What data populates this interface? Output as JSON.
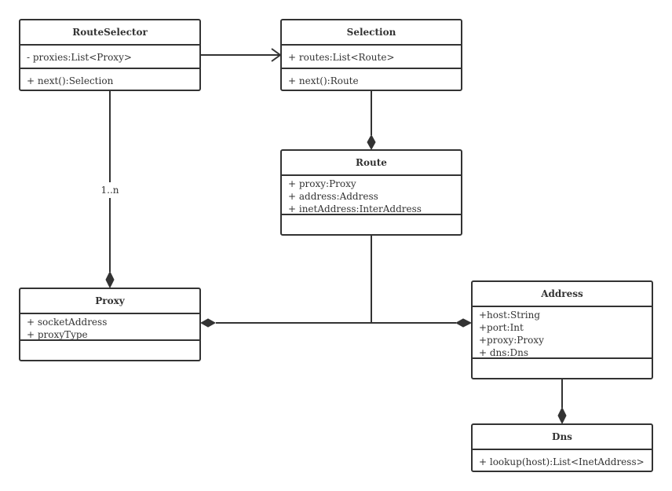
{
  "diagram": {
    "classes": {
      "route_selector": {
        "name": "RouteSelector",
        "attributes": [
          "- proxies:List<Proxy>"
        ],
        "operations": [
          "+ next():Selection"
        ]
      },
      "selection": {
        "name": "Selection",
        "attributes": [
          "+ routes:List<Route>"
        ],
        "operations": [
          "+ next():Route"
        ]
      },
      "route": {
        "name": "Route",
        "attributes": [
          "+ proxy:Proxy",
          "+ address:Address",
          "+ inetAddress:InterAddress"
        ],
        "operations": []
      },
      "proxy": {
        "name": "Proxy",
        "attributes": [
          "+ socketAddress",
          "+ proxyType"
        ],
        "operations": []
      },
      "address": {
        "name": "Address",
        "attributes": [
          "+host:String",
          "+port:Int",
          "+proxy:Proxy",
          "+ dns:Dns"
        ],
        "operations": []
      },
      "dns": {
        "name": "Dns",
        "attributes": [],
        "operations": [
          "+ lookup(host):List<InetAddress>"
        ]
      }
    },
    "relations": [
      {
        "from": "RouteSelector",
        "to": "Selection",
        "kind": "association"
      },
      {
        "from": "Selection",
        "to": "Route",
        "kind": "composition"
      },
      {
        "from": "RouteSelector",
        "to": "Proxy",
        "kind": "composition",
        "multiplicity": "1..n"
      },
      {
        "from": "Route",
        "to": "Proxy",
        "kind": "composition"
      },
      {
        "from": "Route",
        "to": "Address",
        "kind": "composition"
      },
      {
        "from": "Address",
        "to": "Dns",
        "kind": "composition"
      }
    ],
    "colors": {
      "line": "#333333",
      "background": "#ffffff",
      "text": "#333333"
    }
  }
}
